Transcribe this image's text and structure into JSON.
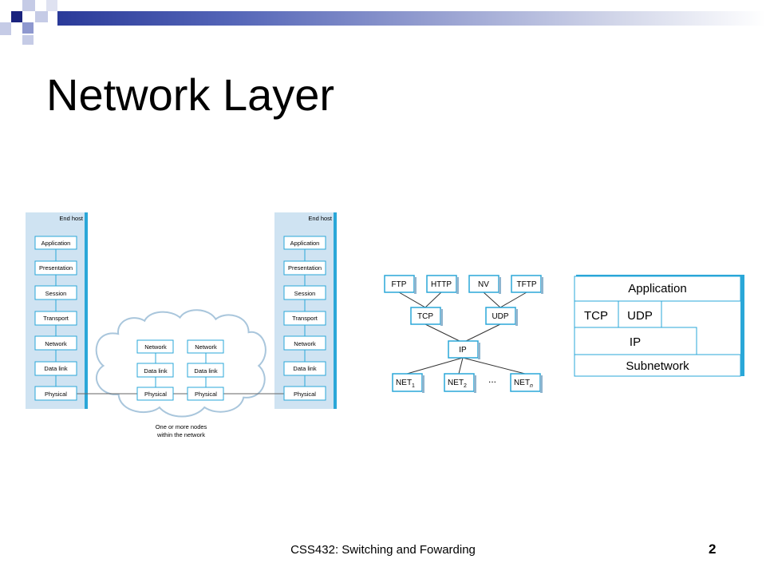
{
  "slide": {
    "title": "Network Layer",
    "footer": "CSS432: Switching and Fowarding",
    "page_number": "2"
  },
  "osi": {
    "left_host_label": "End host",
    "right_host_label": "End host",
    "host_layers": [
      "Application",
      "Presentation",
      "Session",
      "Transport",
      "Network",
      "Data link",
      "Physical"
    ],
    "node_layers": [
      "Network",
      "Data link",
      "Physical"
    ],
    "cloud_caption_line1": "One or more nodes",
    "cloud_caption_line2": "within the network"
  },
  "protocol_graph": {
    "apps": [
      "FTP",
      "HTTP",
      "NV",
      "TFTP"
    ],
    "transports": [
      "TCP",
      "UDP"
    ],
    "network": "IP",
    "nets": [
      {
        "base": "NET",
        "sub": "1"
      },
      {
        "base": "NET",
        "sub": "2"
      },
      {
        "base": "NET",
        "sub": "n"
      }
    ],
    "ellipsis": "..."
  },
  "stack": {
    "application": "Application",
    "tcp": "TCP",
    "udp": "UDP",
    "ip": "IP",
    "subnetwork": "Subnetwork"
  },
  "colors": {
    "accent": "#2aa7d8",
    "panel": "#cfe3f2",
    "box_border": "#1aa2d6"
  }
}
